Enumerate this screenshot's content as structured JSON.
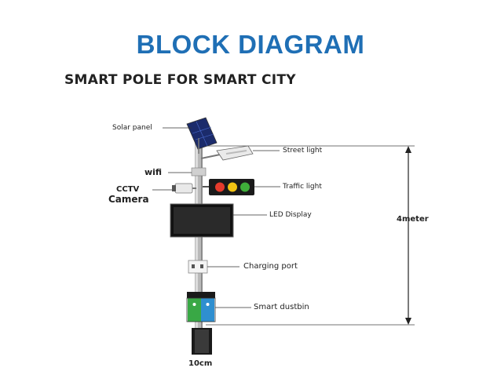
{
  "title": "BLOCK DIAGRAM",
  "heading": "SMART POLE FOR  SMART CITY",
  "labels": {
    "solar_panel": "Solar panel",
    "street_light": "Street light",
    "wifi": "wifi",
    "cctv": "CCTV",
    "camera": "Camera",
    "traffic_light": "Traffic light",
    "led_display": "LED Display",
    "height": "4meter",
    "charging_port": "Charging port",
    "smart_dustbin": "Smart dustbin",
    "base_width": "10cm"
  },
  "colors": {
    "title": "#1f6fb5",
    "traffic_red": "#e53b2c",
    "traffic_yellow": "#f2c313",
    "traffic_green": "#3fae3a",
    "dustbin_green": "#39a845",
    "dustbin_blue": "#2f8fd0"
  }
}
